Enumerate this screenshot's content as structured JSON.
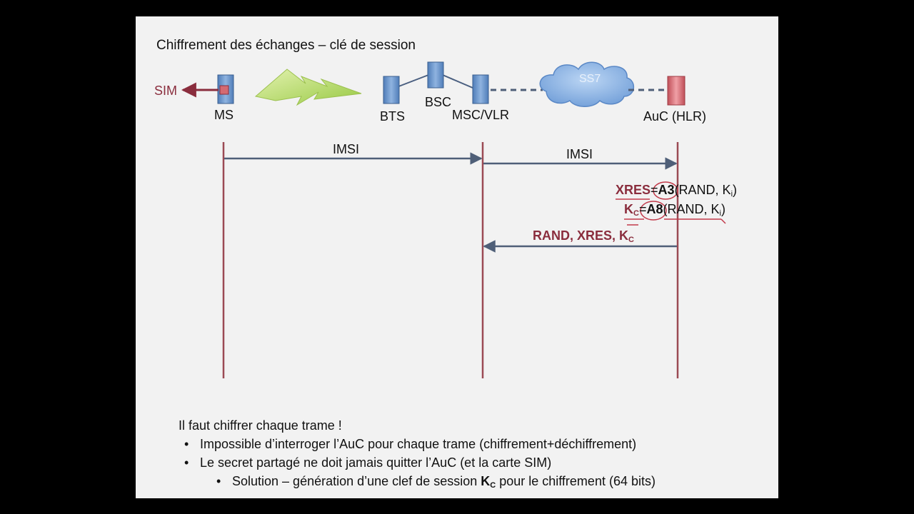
{
  "title": "Chiffrement des échanges – clé de session",
  "nodes": {
    "sim": "SIM",
    "ms": "MS",
    "bts": "BTS",
    "bsc": "BSC",
    "msc": "MSC/VLR",
    "ss7": "SS7",
    "auc": "AuC (HLR)"
  },
  "messages": {
    "imsi_1": "IMSI",
    "imsi_2": "IMSI",
    "response": {
      "text": "RAND, XRES, K",
      "sub": "C"
    }
  },
  "formulas": {
    "xres": {
      "lhs": "XRES",
      "eq": "=",
      "alg": "A3",
      "args": "(RAND, K",
      "sub": "i",
      "close": ")"
    },
    "kc": {
      "lhs": "K",
      "lhs_sub": "C",
      "eq": "=",
      "alg": "A8",
      "args": "(RAND, K",
      "sub": "i",
      "close": ")"
    }
  },
  "bullets": {
    "intro": "Il faut chiffrer chaque trame !",
    "items": [
      "Impossible d’interroger l’AuC pour chaque trame (chiffrement+déchiffrement)",
      "Le secret partagé ne doit jamais quitter l’AuC (et la carte SIM)"
    ],
    "sub_item": {
      "before": "Solution – génération d’une clef de session ",
      "key": "K",
      "key_sub": "C",
      "after": " pour le chiffrement (64 bits)"
    },
    "bullet_char": "•"
  },
  "colors": {
    "accent_red": "#8a2d3d",
    "lifeline": "#9b4a54",
    "arrow": "#4f5f78",
    "node_blue": "#6f95c8",
    "auc_red": "#d9737a",
    "lightning": "#b9dc6a",
    "cloud": "#8ab4e6"
  }
}
